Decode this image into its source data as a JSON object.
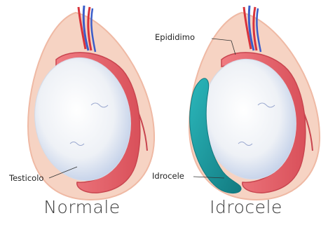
{
  "panels": [
    {
      "caption": "Normale",
      "label": "Testicolo"
    },
    {
      "caption": "Idrocele",
      "labels": {
        "epididymis": "Epididimo",
        "fluid": "Idrocele"
      }
    }
  ],
  "colors": {
    "scrotum": "#f6d3c3",
    "scrotum_edge": "#efb9a4",
    "testis": "#f1f3f6",
    "testis_shadow": "#b9c9e6",
    "epididymis": "#e8646b",
    "epididymis_dark": "#c8454f",
    "artery": "#d8333c",
    "vein": "#3b5dc9",
    "fluid": "#1b9aa0",
    "fluid_dark": "#137a80"
  }
}
